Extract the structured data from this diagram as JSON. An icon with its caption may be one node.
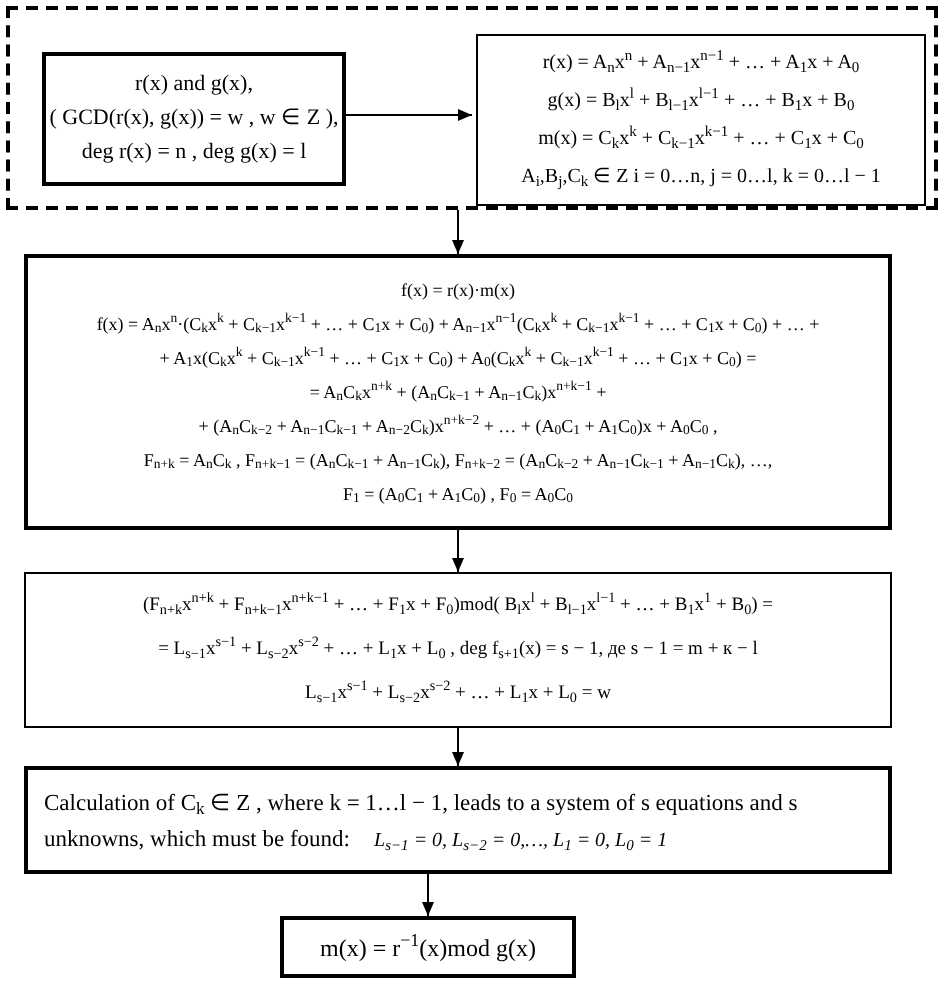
{
  "diagram": {
    "nodes": [
      {
        "text": [],
        "shape": "box"
      },
      {
        "text": [
          "r(x) and g(x),",
          "( GCD(r(x), g(x)) = w , w ∈ Z ),",
          "deg r(x) = n ,  deg g(x) = l"
        ],
        "in": 0
      },
      {
        "text": [
          "r(x) = A$_{n}$x$^{n}$ + A$_{n−1}$x$^{n−1}$ + … + A$_{1}$x + A$_{0}$",
          "g(x) = B$_{l}$x$^{l}$ + B$_{l−1}$x$^{l−1}$ + … + B$_{1}$x + B$_{0}$",
          "m(x) = C$_{k}$x$^{k}$ + C$_{k−1}$x$^{k−1}$ + … + C$_{1}$x + C$_{0}$",
          "A$_{i}$,B$_{j}$,C$_{k}$ ∈ Z   i = 0…n, j = 0…l, k = 0…l − 1"
        ],
        "in": 0
      },
      {
        "text": [
          "f(x) = r(x)·m(x)",
          "f(x) = A$_{n}$x$^{n}$·(C$_{k}$x$^{k}$ + C$_{k−1}$x$^{k−1}$ + … + C$_{1}$x + C$_{0}$) + A$_{n−1}$x$^{n−1}$(C$_{k}$x$^{k}$ + C$_{k−1}$x$^{k−1}$ + … + C$_{1}$x + C$_{0}$) + … +",
          "+ A$_{1}$x(C$_{k}$x$^{k}$ + C$_{k−1}$x$^{k−1}$ + … + C$_{1}$x + C$_{0}$) + A$_{0}$(C$_{k}$x$^{k}$ + C$_{k−1}$x$^{k−1}$ + … + C$_{1}$x + C$_{0}$) =",
          "= A$_{n}$C$_{k}$x$^{n+k}$ + (A$_{n}$C$_{k−1}$ + A$_{n−1}$C$_{k}$)x$^{n+k−1}$ +",
          "+ (A$_{n}$C$_{k−2}$ + A$_{n−1}$C$_{k−1}$ + A$_{n−2}$C$_{k}$)x$^{n+k−2}$ + … + (A$_{0}$C$_{1}$ + A$_{1}$C$_{0}$)x + A$_{0}$C$_{0}$ ,",
          "F$_{n+k}$ = A$_{n}$C$_{k}$ ,  F$_{n+k−1}$ = (A$_{n}$C$_{k−1}$ + A$_{n−1}$C$_{k}$),  F$_{n+k−2}$ = (A$_{n}$C$_{k−2}$ + A$_{n−1}$C$_{k−1}$ + A$_{n−1}$C$_{k}$), …,",
          "F$_{1}$ = (A$_{0}$C$_{1}$ + A$_{1}$C$_{0}$) , F$_{0}$ = A$_{0}$C$_{0}$"
        ]
      },
      {
        "text": [
          "(F$_{n+k}$x$^{n+k}$ + F$_{n+k−1}$x$^{n+k−1}$ + … + F$_{1}$x + F$_{0}$)mod( B$_{l}$x$^{l}$ + B$_{l−1}$x$^{l−1}$ + … + B$_{1}$x$^{1}$ + B$_{0}$) =",
          "= L$_{s−1}$x$^{s−1}$ + L$_{s−2}$x$^{s−2}$ + … + L$_{1}$x + L$_{0}$ , deg f$_{s+1}$(x) = s − 1, де s − 1 = m + к − l",
          "L$_{s−1}$x$^{s−1}$ + L$_{s−2}$x$^{s−2}$ + … + L$_{1}$x + L$_{0}$ = w"
        ]
      },
      {
        "text": [
          "Calculation of C$_{k}$ ∈ Z , where k = 1…l − 1, leads to a system of s equations and s unknowns, which must be found:",
          "L$_{s−1}$ = 0, L$_{s−2}$ = 0,…, L$_{1}$ = 0, L$_{0}$ = 1"
        ]
      },
      {
        "text": [
          "m(x) = r$^{−1}$(x)mod g(x)"
        ]
      }
    ],
    "edges": [
      {
        "from": 1,
        "to": 2,
        "arrow": "to"
      },
      {
        "from": 0,
        "to": 3,
        "arrow": "to"
      },
      {
        "from": 3,
        "to": 4,
        "arrow": "to"
      },
      {
        "from": 4,
        "to": 5,
        "arrow": "to"
      },
      {
        "from": 5,
        "to": 6,
        "arrow": "to"
      }
    ]
  }
}
